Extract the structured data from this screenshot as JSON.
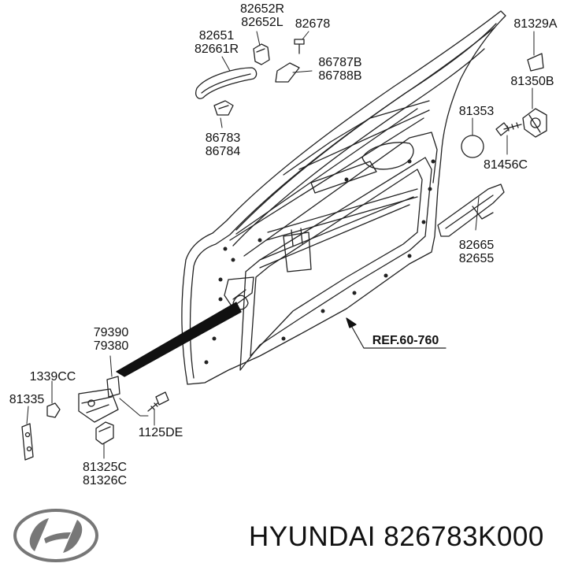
{
  "labels": {
    "l_82652": [
      "82652R",
      "82652L"
    ],
    "l_82678": [
      "82678"
    ],
    "l_82651": [
      "82651",
      "82661R"
    ],
    "l_81329a": [
      "81329A"
    ],
    "l_86787": [
      "86787B",
      "86788B"
    ],
    "l_81350b": [
      "81350B"
    ],
    "l_81353": [
      "81353"
    ],
    "l_86783": [
      "86783",
      "86784"
    ],
    "l_81456c": [
      "81456C"
    ],
    "l_82665": [
      "82665",
      "82655"
    ],
    "l_79390": [
      "79390",
      "79380"
    ],
    "l_ref": [
      "REF.60-760"
    ],
    "l_1339cc": [
      "1339CC"
    ],
    "l_81335": [
      "81335"
    ],
    "l_1125de": [
      "1125DE"
    ],
    "l_81325c": [
      "81325C",
      "81326C"
    ]
  },
  "footer": {
    "brand": "HYUNDAI",
    "part_number": "826783K000"
  },
  "icons": {
    "logo": "hyundai-logo-icon"
  }
}
